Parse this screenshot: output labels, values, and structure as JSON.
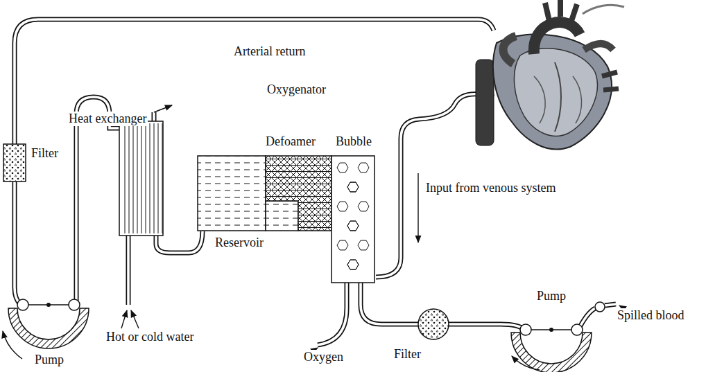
{
  "diagram": {
    "labels": [
      "Arterial return",
      "Heat exchanger",
      "Oxygenator",
      "Defoamer",
      "Bubble",
      "Filter",
      "Input from venous system",
      "Reservoir",
      "Pump",
      "Spilled blood",
      "Hot or cold water",
      "Oxygen",
      "Filter",
      "Pump"
    ]
  }
}
